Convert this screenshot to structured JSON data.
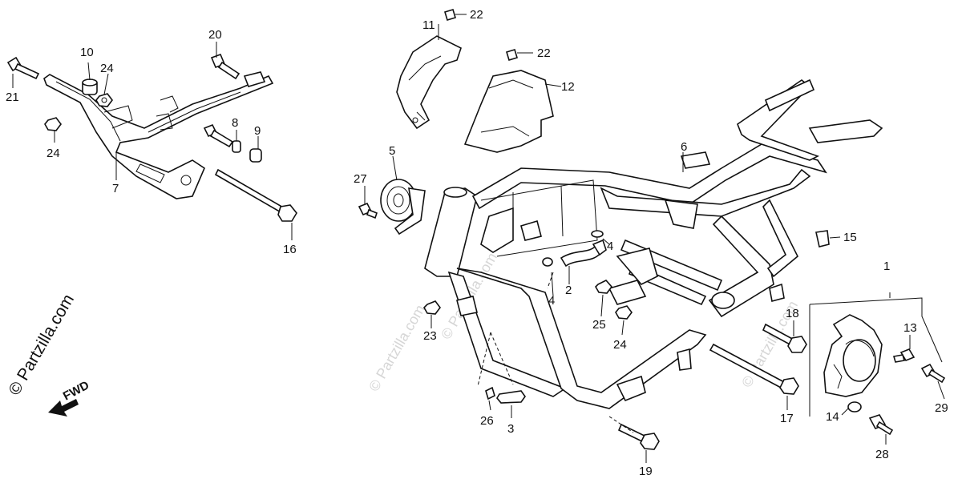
{
  "diagram": {
    "brand_text": "© Partzilla.com",
    "direction_label": "FWD",
    "watermarks": [
      "© Partzilla.com",
      "© Partzilla.com",
      "© Partzilla.com"
    ],
    "callouts": [
      "1",
      "2",
      "3",
      "4",
      "4",
      "5",
      "6",
      "7",
      "8",
      "9",
      "10",
      "11",
      "12",
      "13",
      "14",
      "15",
      "16",
      "17",
      "18",
      "19",
      "20",
      "21",
      "22",
      "22",
      "23",
      "24",
      "24",
      "24",
      "25",
      "26",
      "27",
      "28",
      "29"
    ]
  }
}
